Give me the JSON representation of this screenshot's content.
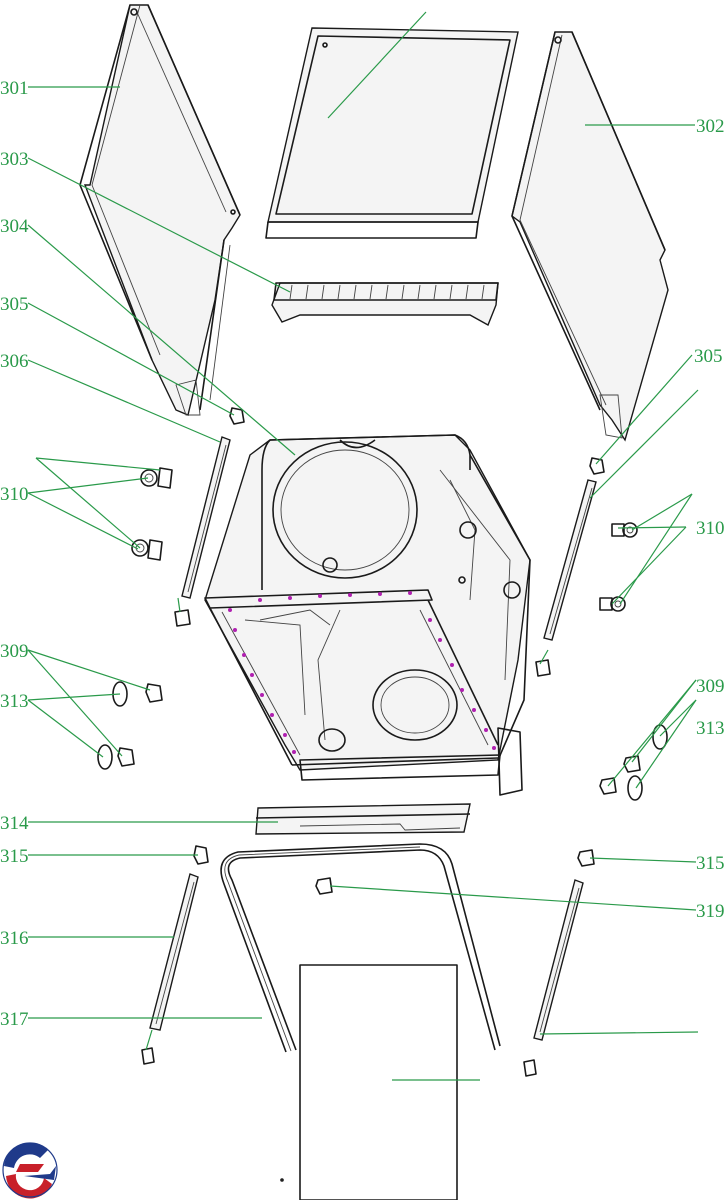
{
  "diagram": {
    "callouts": [
      {
        "id": "c301",
        "text": "301"
      },
      {
        "id": "c302",
        "text": "302"
      },
      {
        "id": "c303",
        "text": "303"
      },
      {
        "id": "c304",
        "text": "304"
      },
      {
        "id": "c305a",
        "text": "305"
      },
      {
        "id": "c305b",
        "text": "305"
      },
      {
        "id": "c306",
        "text": "306"
      },
      {
        "id": "c310a",
        "text": "310"
      },
      {
        "id": "c310b",
        "text": "310"
      },
      {
        "id": "c309a",
        "text": "309"
      },
      {
        "id": "c309b",
        "text": "309"
      },
      {
        "id": "c313a",
        "text": "313"
      },
      {
        "id": "c313b",
        "text": "313"
      },
      {
        "id": "c314",
        "text": "314"
      },
      {
        "id": "c315a",
        "text": "315"
      },
      {
        "id": "c315b",
        "text": "315"
      },
      {
        "id": "c316",
        "text": "316"
      },
      {
        "id": "c317",
        "text": "317"
      },
      {
        "id": "c319",
        "text": "319"
      }
    ],
    "colors": {
      "callout": "#2a9a4a",
      "outline": "#1a1a1a",
      "screw_dots": "#b020b0",
      "logo_red": "#c8202a",
      "logo_blue": "#1f3a8a"
    },
    "logo_icon": "swirl-logo-icon"
  }
}
